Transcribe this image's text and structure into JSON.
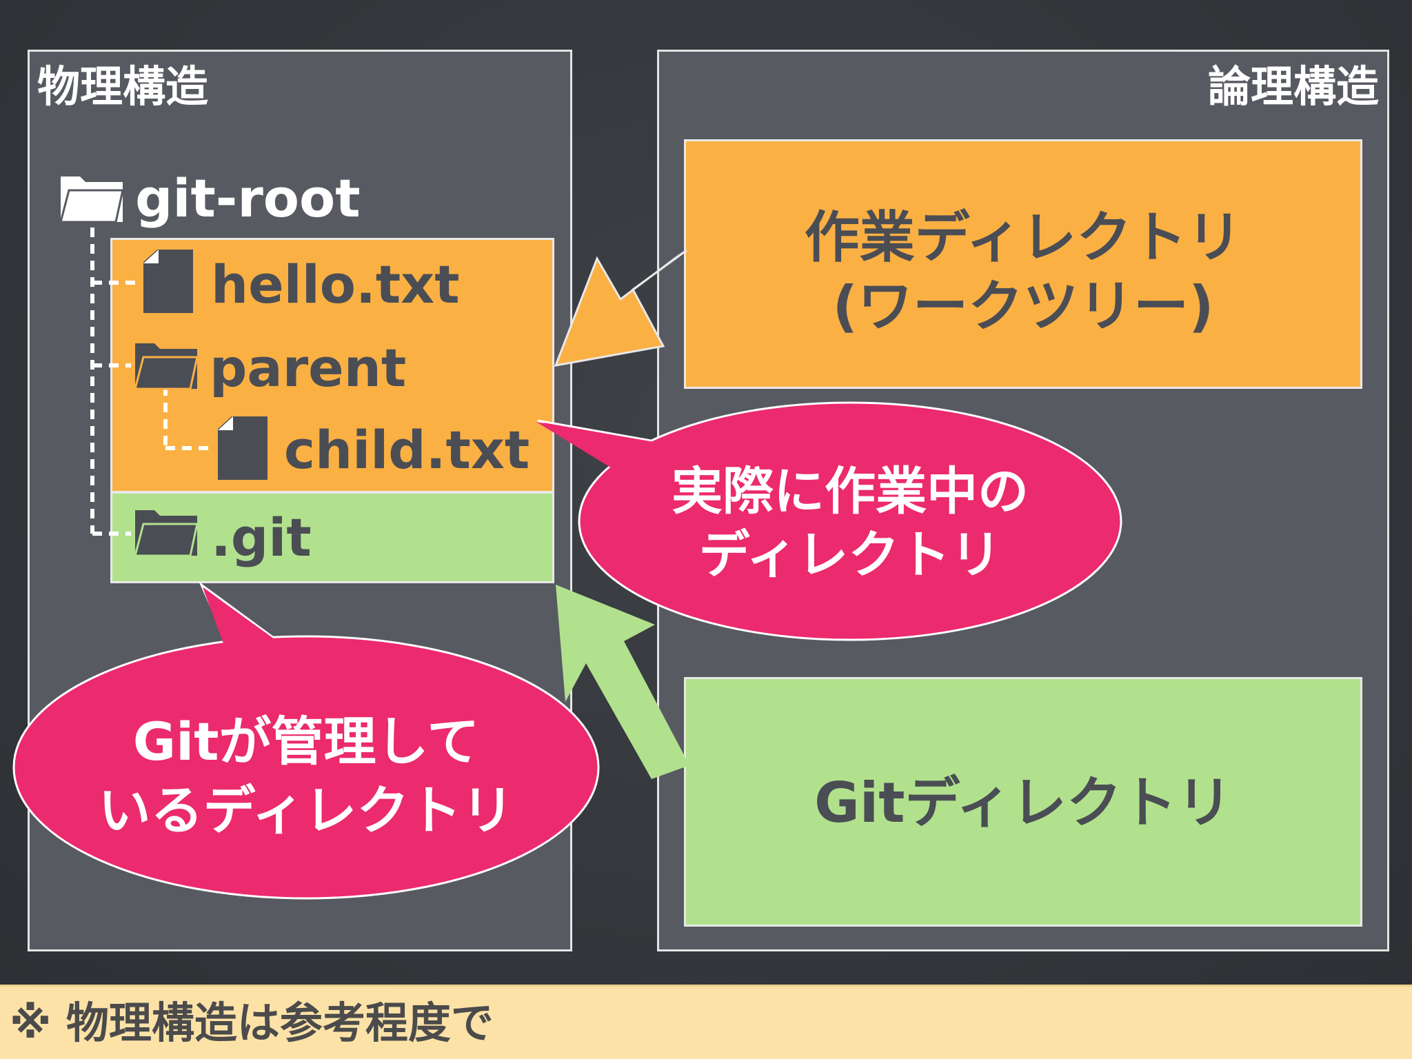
{
  "physical": {
    "title": "物理構造",
    "root": "git-root",
    "items": {
      "hello": "hello.txt",
      "parent": "parent",
      "child": "child.txt",
      "git": ".git"
    }
  },
  "logical": {
    "title": "論理構造",
    "working_dir": {
      "line1": "作業ディレクトリ",
      "line2": "(ワークツリー)"
    },
    "git_dir": "Gitディレクトリ"
  },
  "callouts": {
    "working": {
      "line1": "実際に作業中の",
      "line2": "ディレクトリ"
    },
    "managed": {
      "line1": "Gitが管理して",
      "line2": "いるディレクトリ"
    }
  },
  "footer": "※ 物理構造は参考程度で",
  "colors": {
    "orange": "#fbb044",
    "green": "#b1e18d",
    "pink": "#ec2a6e",
    "panel": "#575a61",
    "background": "#33363a"
  },
  "icons": [
    "folder-icon",
    "file-icon"
  ]
}
